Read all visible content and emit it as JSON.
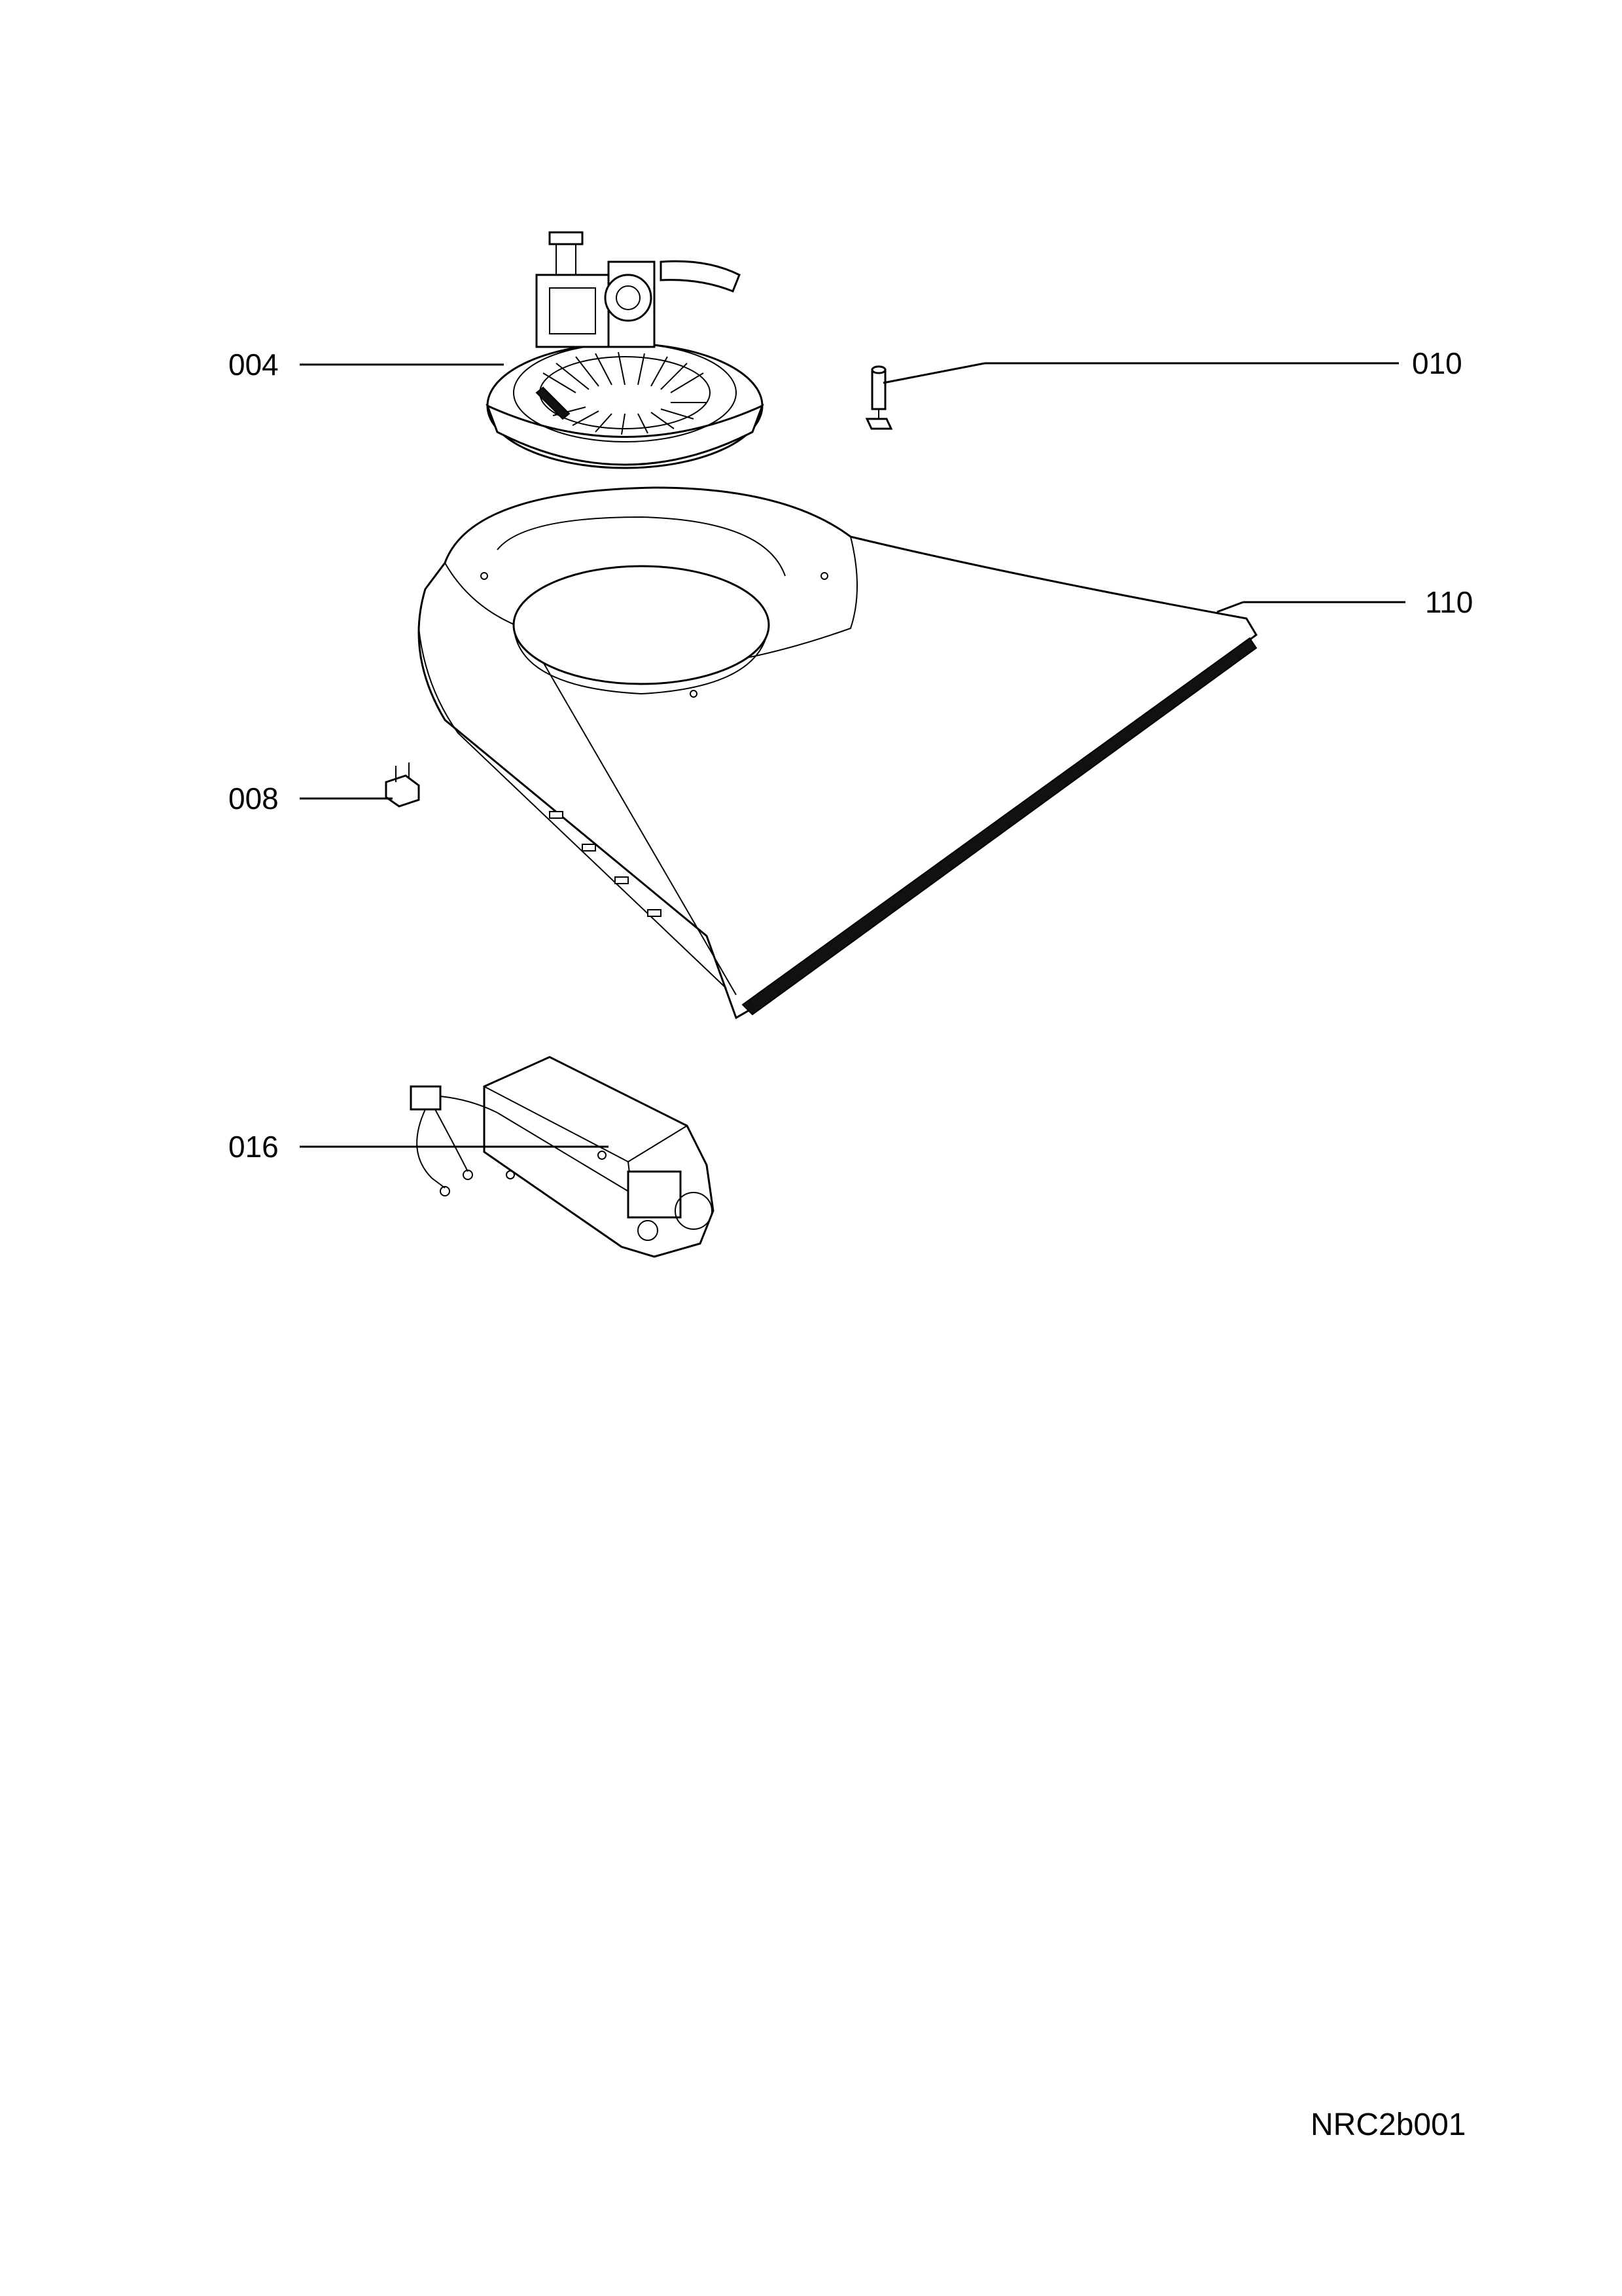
{
  "parts": [
    {
      "id": "fan-motor-assembly",
      "label": "004"
    },
    {
      "id": "hinge-pin",
      "label": "010"
    },
    {
      "id": "air-duct",
      "label": "110"
    },
    {
      "id": "bracket",
      "label": "008"
    },
    {
      "id": "control-module",
      "label": "016"
    }
  ],
  "document_code": "NRC2b001"
}
